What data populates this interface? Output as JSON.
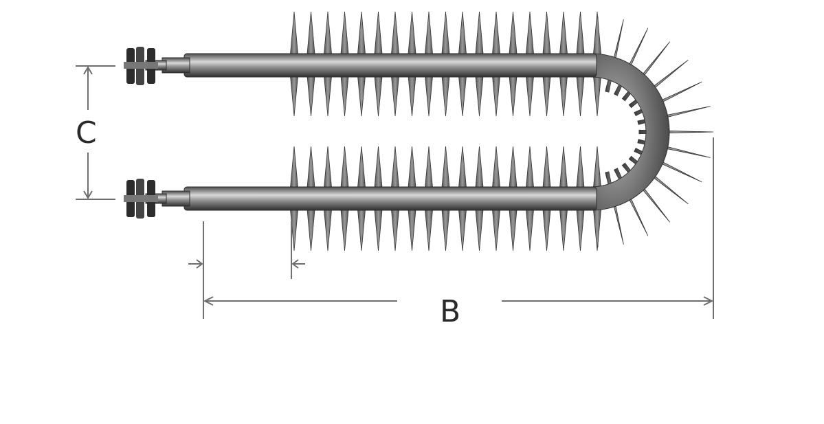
{
  "diagram": {
    "dimensions": {
      "c_label": "C",
      "b_label": "B"
    },
    "colors": {
      "background": "#ffffff",
      "tube_dark": "#3a3a3a",
      "tube_mid": "#8a8a8a",
      "tube_light": "#d8d8d8",
      "fin": "#5a5a5a",
      "dimension_line": "#6e6e6e",
      "label": "#2a2a2a"
    },
    "icons": [
      "finned-u-heating-element",
      "terminal-nut"
    ]
  }
}
